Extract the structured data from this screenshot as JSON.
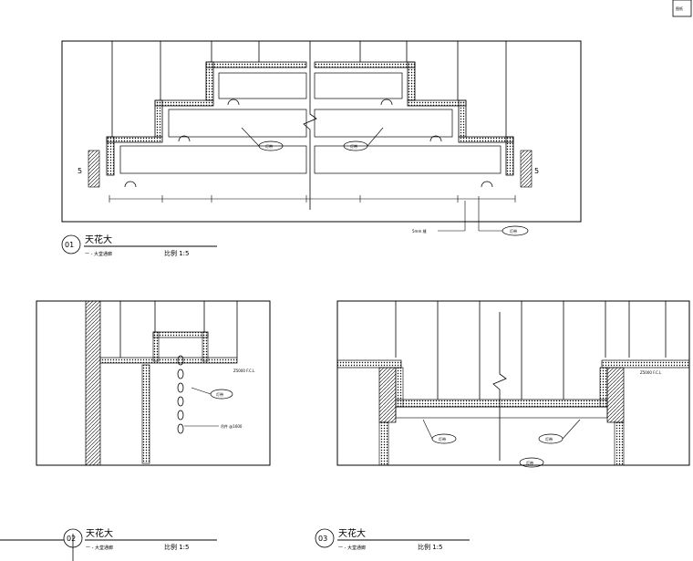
{
  "corner_stamp": "图纸",
  "panel_01": {
    "number": "01",
    "title": "天花大",
    "subtitle": "一 - 大堂通廊",
    "scale": "比例 1:5",
    "section_marks": [
      "5",
      "5"
    ],
    "callouts": [
      "灯带",
      "灯带",
      "灯带"
    ],
    "bottom_note": "5mm 缝"
  },
  "panel_02": {
    "number": "02",
    "title": "天花大",
    "subtitle": "一 - 大堂通廊",
    "scale": "比例 1:5",
    "level_note": "Z5000 F.C.L",
    "callouts": [
      "灯带"
    ],
    "chain_note": "吊件 @1600"
  },
  "panel_03": {
    "number": "03",
    "title": "天花大",
    "subtitle": "一 - 大堂通廊",
    "scale": "比例 1:5",
    "level_note": "Z5000 F.C.L",
    "callouts": [
      "灯带",
      "灯带",
      "灯带"
    ]
  }
}
